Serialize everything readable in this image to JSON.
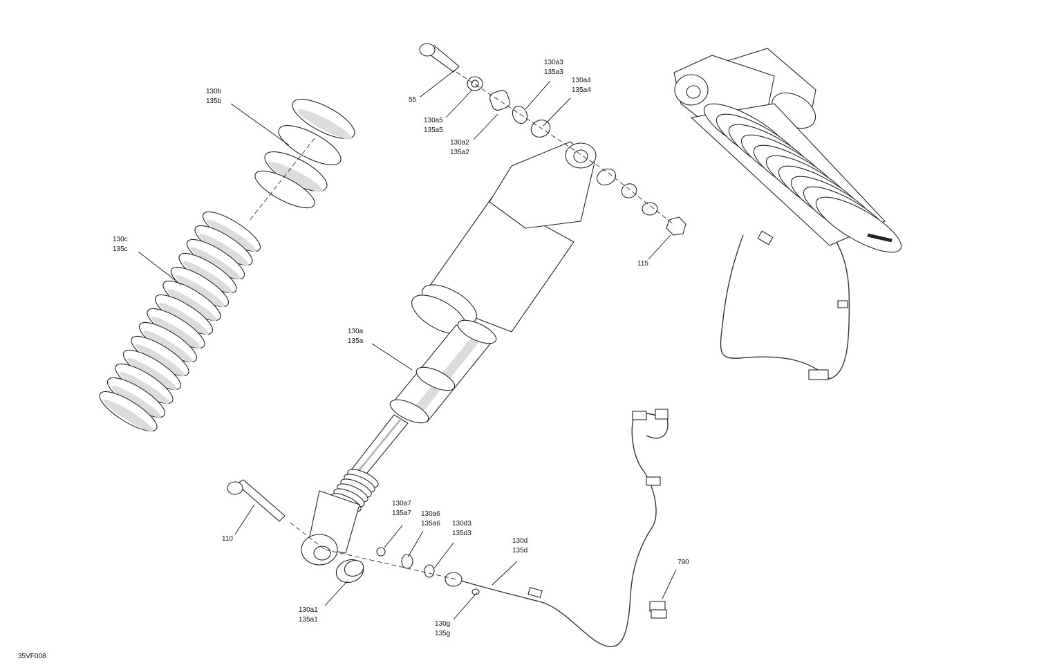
{
  "diagram": {
    "reference_code": "35VF008",
    "callouts": [
      {
        "id": "c-130b",
        "lines": [
          "130b",
          "135b"
        ]
      },
      {
        "id": "c-130c",
        "lines": [
          "130c",
          "135c"
        ]
      },
      {
        "id": "c-55",
        "lines": [
          "55"
        ]
      },
      {
        "id": "c-130a5",
        "lines": [
          "130a5",
          "135a5"
        ]
      },
      {
        "id": "c-130a2",
        "lines": [
          "130a2",
          "135a2"
        ]
      },
      {
        "id": "c-130a3",
        "lines": [
          "130a3",
          "135a3"
        ]
      },
      {
        "id": "c-130a4",
        "lines": [
          "130a4",
          "135a4"
        ]
      },
      {
        "id": "c-115",
        "lines": [
          "115"
        ]
      },
      {
        "id": "c-130a",
        "lines": [
          "130a",
          "135a"
        ]
      },
      {
        "id": "c-110",
        "lines": [
          "110"
        ]
      },
      {
        "id": "c-130a7",
        "lines": [
          "130a7",
          "135a7"
        ]
      },
      {
        "id": "c-130a6",
        "lines": [
          "130a6",
          "135a6"
        ]
      },
      {
        "id": "c-130d3",
        "lines": [
          "130d3",
          "135d3"
        ]
      },
      {
        "id": "c-130d",
        "lines": [
          "130d",
          "135d"
        ]
      },
      {
        "id": "c-790",
        "lines": [
          "790"
        ]
      },
      {
        "id": "c-130a1",
        "lines": [
          "130a1",
          "135a1"
        ]
      },
      {
        "id": "c-130g",
        "lines": [
          "130g",
          "135g"
        ]
      }
    ]
  }
}
